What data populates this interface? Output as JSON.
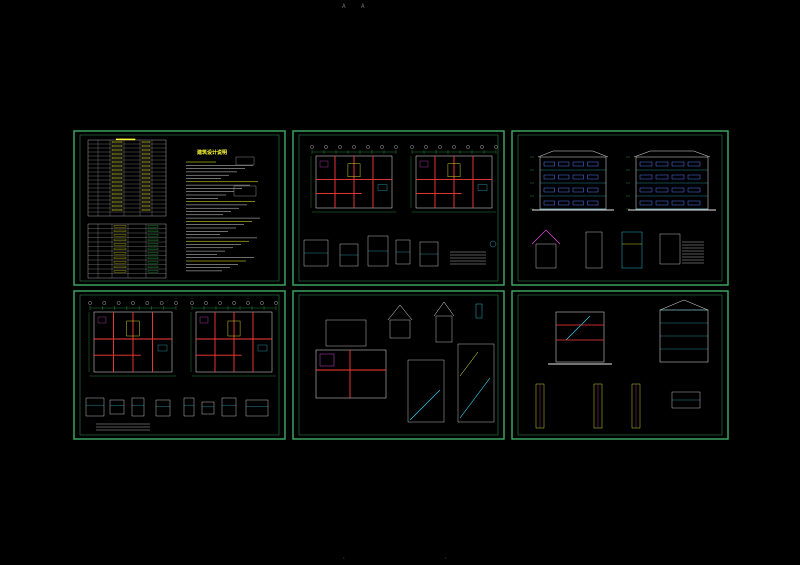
{
  "sheets": [
    {
      "id": "sheet-1",
      "content": "design-notes-tables",
      "title": "建筑设计说明"
    },
    {
      "id": "sheet-2",
      "content": "floor-plans"
    },
    {
      "id": "sheet-3",
      "content": "elevations"
    },
    {
      "id": "sheet-4",
      "content": "floor-plans"
    },
    {
      "id": "sheet-5",
      "content": "roof-and-stair-sections"
    },
    {
      "id": "sheet-6",
      "content": "sections-and-details"
    }
  ],
  "top_markers": [
    "A",
    "A"
  ],
  "bottom_markers": [
    "·",
    "·"
  ],
  "colors": {
    "background": "#000000",
    "sheet_border": "#3fae6a",
    "wall_red": "#ff3b3b",
    "line_white": "#e8e8e8",
    "line_green": "#39d353",
    "line_cyan": "#33e0ff",
    "line_yellow": "#ffff33",
    "line_magenta": "#ff55ff",
    "line_blue": "#4f7dff"
  }
}
